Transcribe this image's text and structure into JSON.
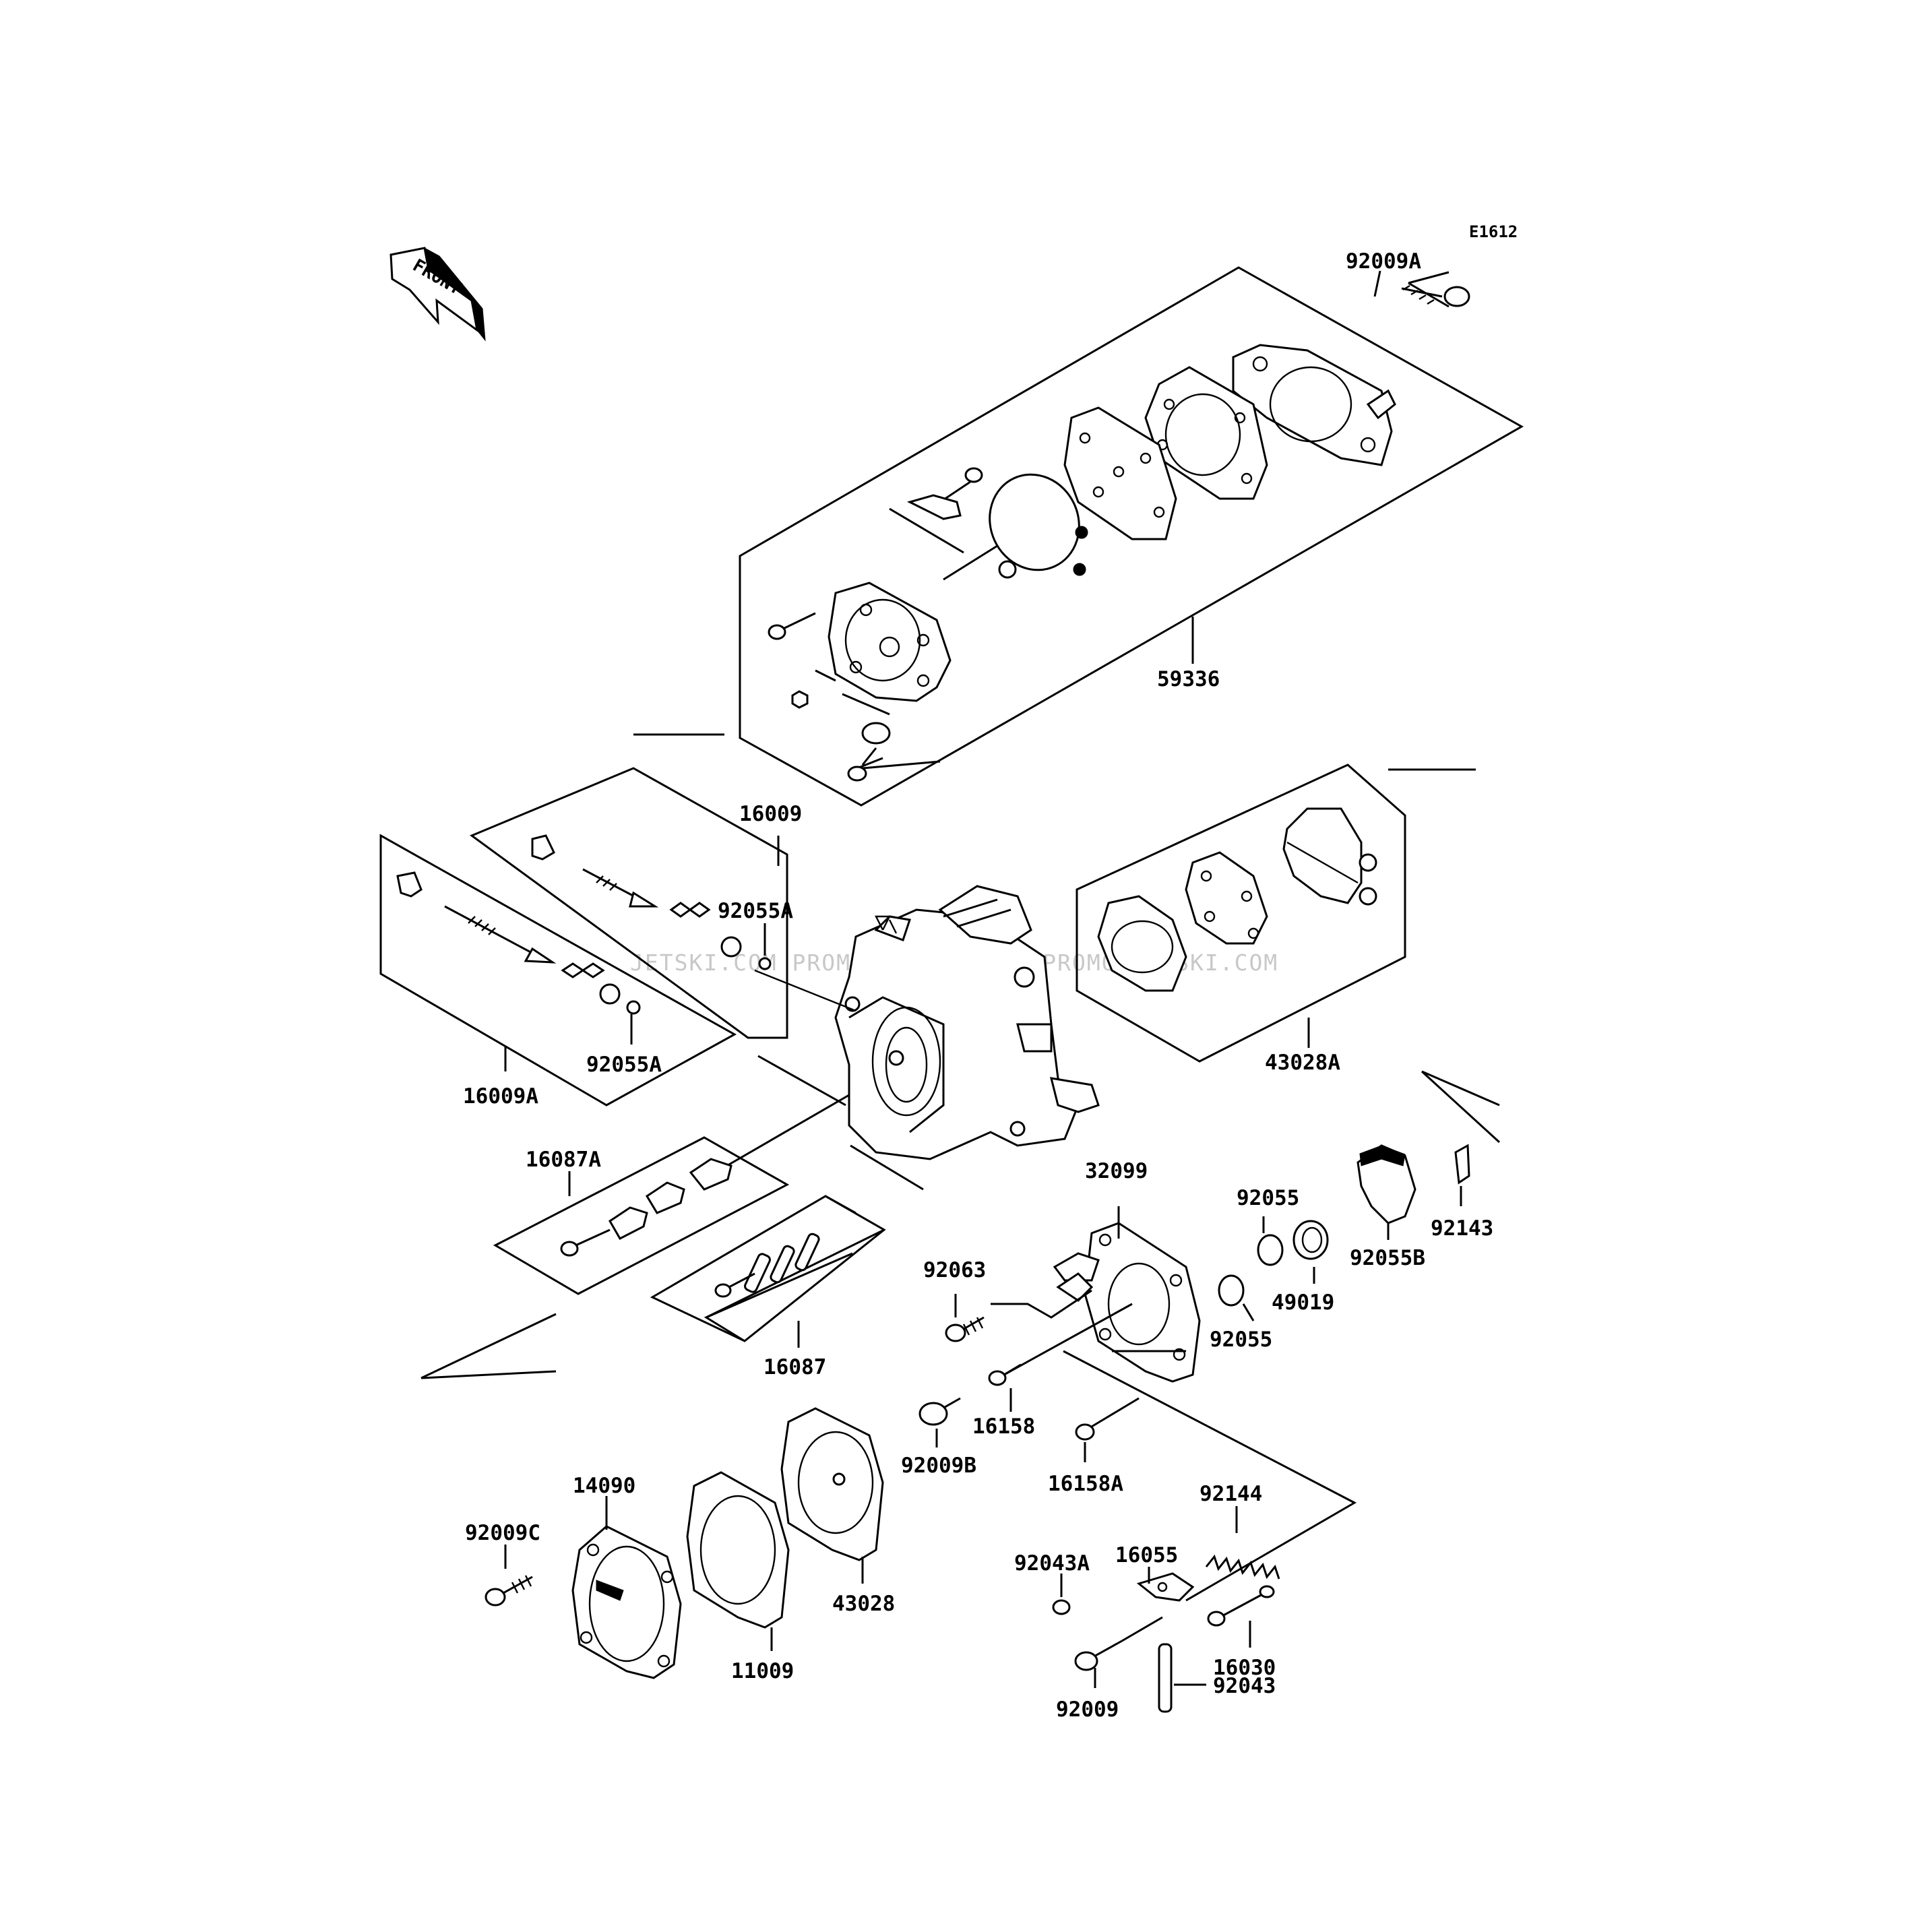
{
  "diagram": {
    "code": "E1612",
    "front_label": "FRONT",
    "watermark": "JETSKI.COM   PROMO-JETSKI.COM   PROMO-JETSKI.COM",
    "labels": {
      "l_92009A": "92009A",
      "l_59336": "59336",
      "l_16009": "16009",
      "l_92055A_1": "92055A",
      "l_92055A_2": "92055A",
      "l_16009A": "16009A",
      "l_43028A": "43028A",
      "l_16087A": "16087A",
      "l_32099": "32099",
      "l_92055_1": "92055",
      "l_92055_2": "92055",
      "l_92055B": "92055B",
      "l_92143": "92143",
      "l_49019": "49019",
      "l_92063": "92063",
      "l_16087": "16087",
      "l_16158": "16158",
      "l_92009B": "92009B",
      "l_16158A": "16158A",
      "l_92144": "92144",
      "l_14090": "14090",
      "l_92009C": "92009C",
      "l_16055": "16055",
      "l_92043A": "92043A",
      "l_43028": "43028",
      "l_11009": "11009",
      "l_16030": "16030",
      "l_92043": "92043",
      "l_92009": "92009"
    }
  }
}
